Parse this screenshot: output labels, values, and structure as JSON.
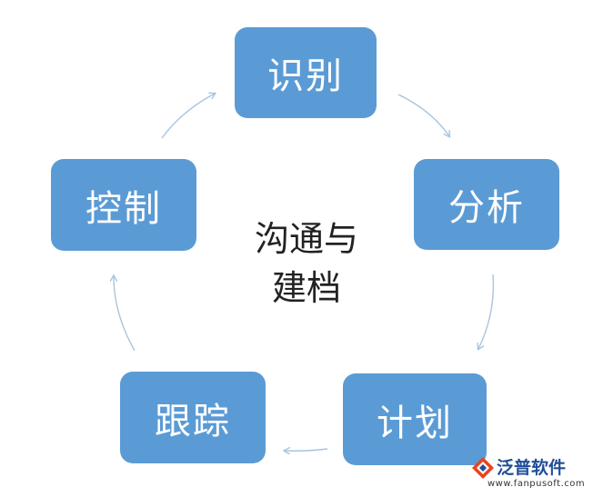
{
  "diagram": {
    "center_lines": [
      "沟通与",
      "建档"
    ],
    "nodes": [
      {
        "id": "identify",
        "label": "识别"
      },
      {
        "id": "analyze",
        "label": "分析"
      },
      {
        "id": "plan",
        "label": "计划"
      },
      {
        "id": "track",
        "label": "跟踪"
      },
      {
        "id": "control",
        "label": "控制"
      }
    ],
    "colors": {
      "node_fill": "#5b9bd5",
      "node_text": "#ffffff",
      "arrow": "#a9c4df",
      "center_text": "#222222"
    }
  },
  "watermark": {
    "name": "泛普软件",
    "url": "www.fanpusoft.com",
    "icon": "fanpu-logo-icon"
  }
}
